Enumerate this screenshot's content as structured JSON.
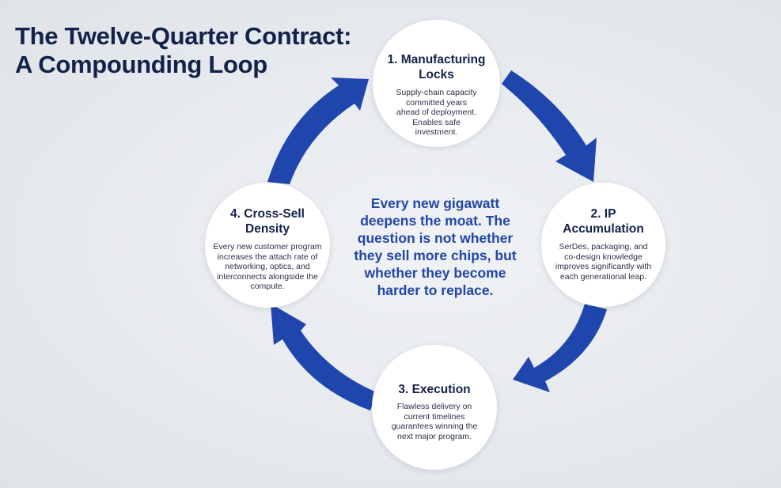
{
  "title": {
    "line1": "The Twelve-Quarter Contract:",
    "line2": "A Compounding Loop"
  },
  "center_statement": "Every new gigawatt deepens the moat. The question is not whether they sell more chips, but whether they become harder to replace.",
  "nodes": [
    {
      "heading": "1. Manufacturing Locks",
      "body": "Supply-chain capacity committed years ahead of deployment. Enables safe investment."
    },
    {
      "heading": "2. IP Accumulation",
      "body": "SerDes, packaging, and co-design knowledge improves significantly with each generational leap."
    },
    {
      "heading": "3. Execution",
      "body": "Flawless delivery on current timelines guarantees winning the next major program."
    },
    {
      "heading": "4. Cross-Sell Density",
      "body": "Every new customer program increases the attach rate of networking, optics, and interconnects alongside the compute."
    }
  ],
  "colors": {
    "arrow": "#1f46ad",
    "heading": "#13224a",
    "center_text": "#2046a6",
    "background": "#e7eaee",
    "node_fill": "#ffffff"
  }
}
